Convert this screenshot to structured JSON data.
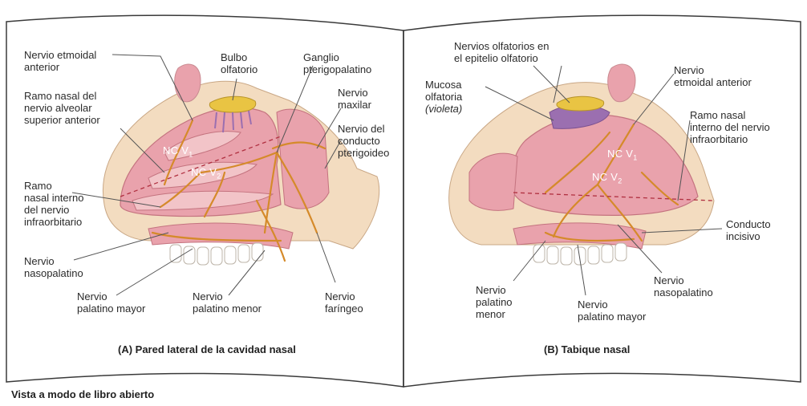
{
  "panel_a": {
    "labels": {
      "etmoidal_anterior": [
        "Nervio etmoidal",
        "anterior"
      ],
      "bulbo_olfatorio": [
        "Bulbo",
        "olfatorio"
      ],
      "ganglio": [
        "Ganglio",
        "pterigopalatino"
      ],
      "ramo_alveolar": [
        "Ramo nasal del",
        "nervio alveolar",
        "superior anterior"
      ],
      "maxilar": [
        "Nervio",
        "maxilar"
      ],
      "conducto_pterigoideo": [
        "Nervio del",
        "conducto",
        "pterigoideo"
      ],
      "ramo_infraorbitario": [
        "Ramo",
        "nasal interno",
        "del nervio",
        "infraorbitario"
      ],
      "nasopalatino": [
        "Nervio",
        "nasopalatino"
      ],
      "palatino_mayor": [
        "Nervio",
        "palatino mayor"
      ],
      "palatino_menor": [
        "Nervio",
        "palatino menor"
      ],
      "faringeo": [
        "Nervio",
        "faríngeo"
      ]
    },
    "nc_v1": "NC V",
    "nc_v1_sub": "1",
    "nc_v2": "NC V",
    "nc_v2_sub": "2",
    "caption": "(A) Pared lateral de la cavidad nasal"
  },
  "panel_b": {
    "labels": {
      "nervios_olfatorios": [
        "Nervios olfatorios en",
        "el epitelio olfatorio"
      ],
      "mucosa": [
        "Mucosa",
        "olfatoria"
      ],
      "mucosa_color": "(violeta)",
      "etmoidal_anterior": [
        "Nervio",
        "etmoidal anterior"
      ],
      "ramo_infraorbitario": [
        "Ramo nasal",
        "interno del nervio",
        "infraorbitario"
      ],
      "conducto_incisivo": [
        "Conducto",
        "incisivo"
      ],
      "nasopalatino": [
        "Nervio",
        "nasopalatino"
      ],
      "palatino_menor": [
        "Nervio",
        "palatino",
        "menor"
      ],
      "palatino_mayor": [
        "Nervio",
        "palatino mayor"
      ]
    },
    "nc_v1": "NC V",
    "nc_v1_sub": "1",
    "nc_v2": "NC V",
    "nc_v2_sub": "2",
    "caption": "(B) Tabique nasal"
  },
  "footer": "Vista a modo de libro abierto",
  "colors": {
    "mucosa": "#e9a2ac",
    "mucosa_light": "#f2c4c8",
    "bone": "#f3dcc0",
    "nerve": "#d58a2a",
    "bulb": "#e9c443",
    "olfactory_violet": "#9b6fb0",
    "lip": "#e59aa5"
  }
}
